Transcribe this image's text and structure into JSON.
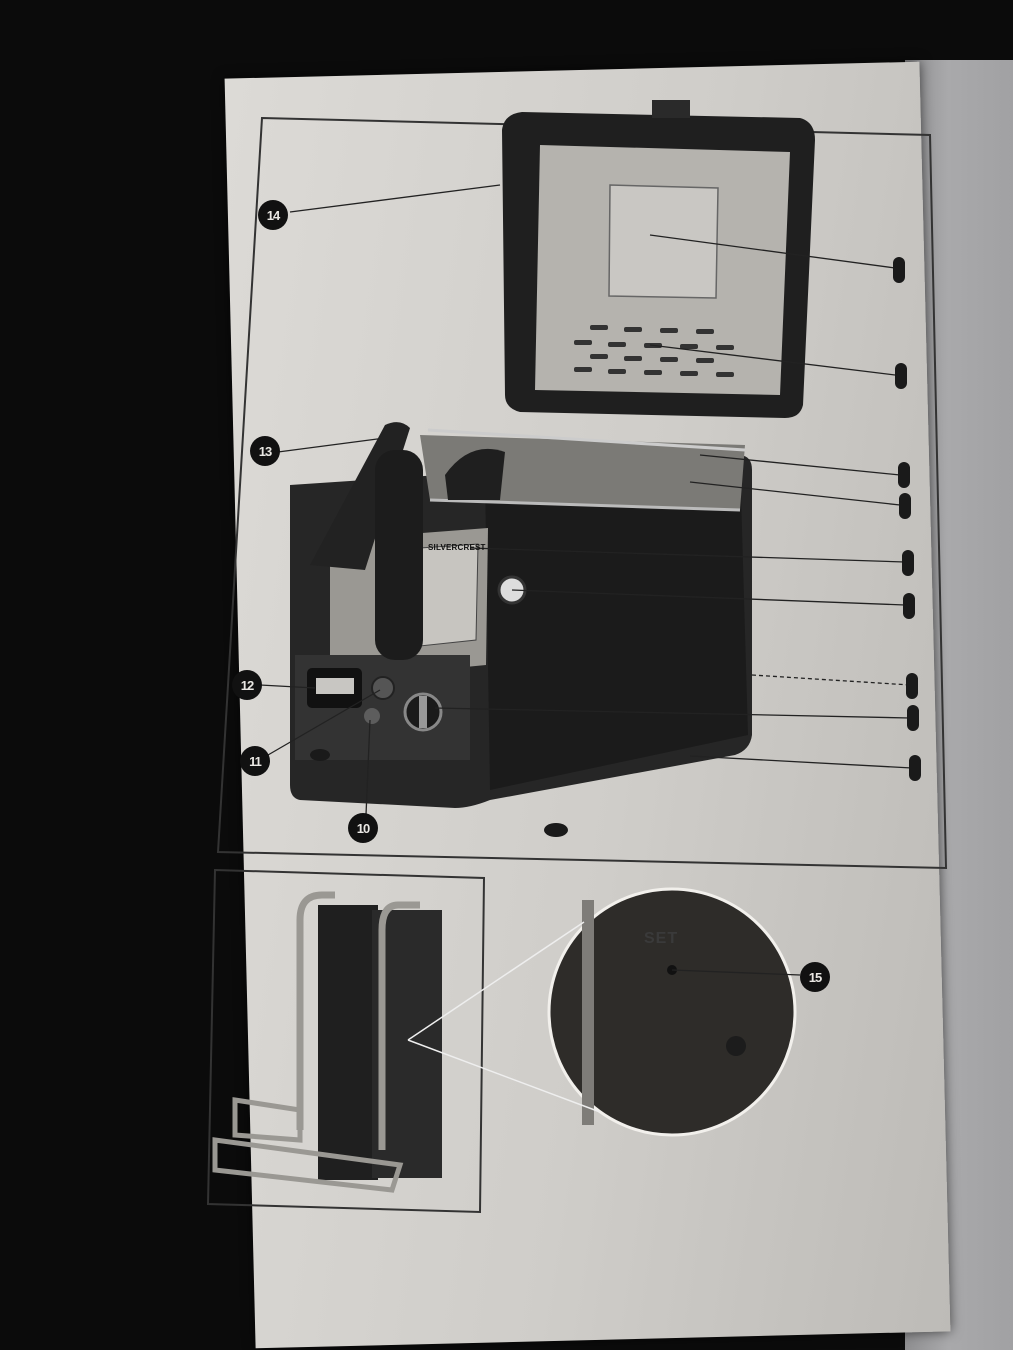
{
  "callouts": {
    "c14": "14",
    "c13": "13",
    "c12": "12",
    "c11": "11",
    "c10": "10",
    "c15": "15"
  },
  "brand": "SILVERCREST",
  "zoom_label": "SET"
}
